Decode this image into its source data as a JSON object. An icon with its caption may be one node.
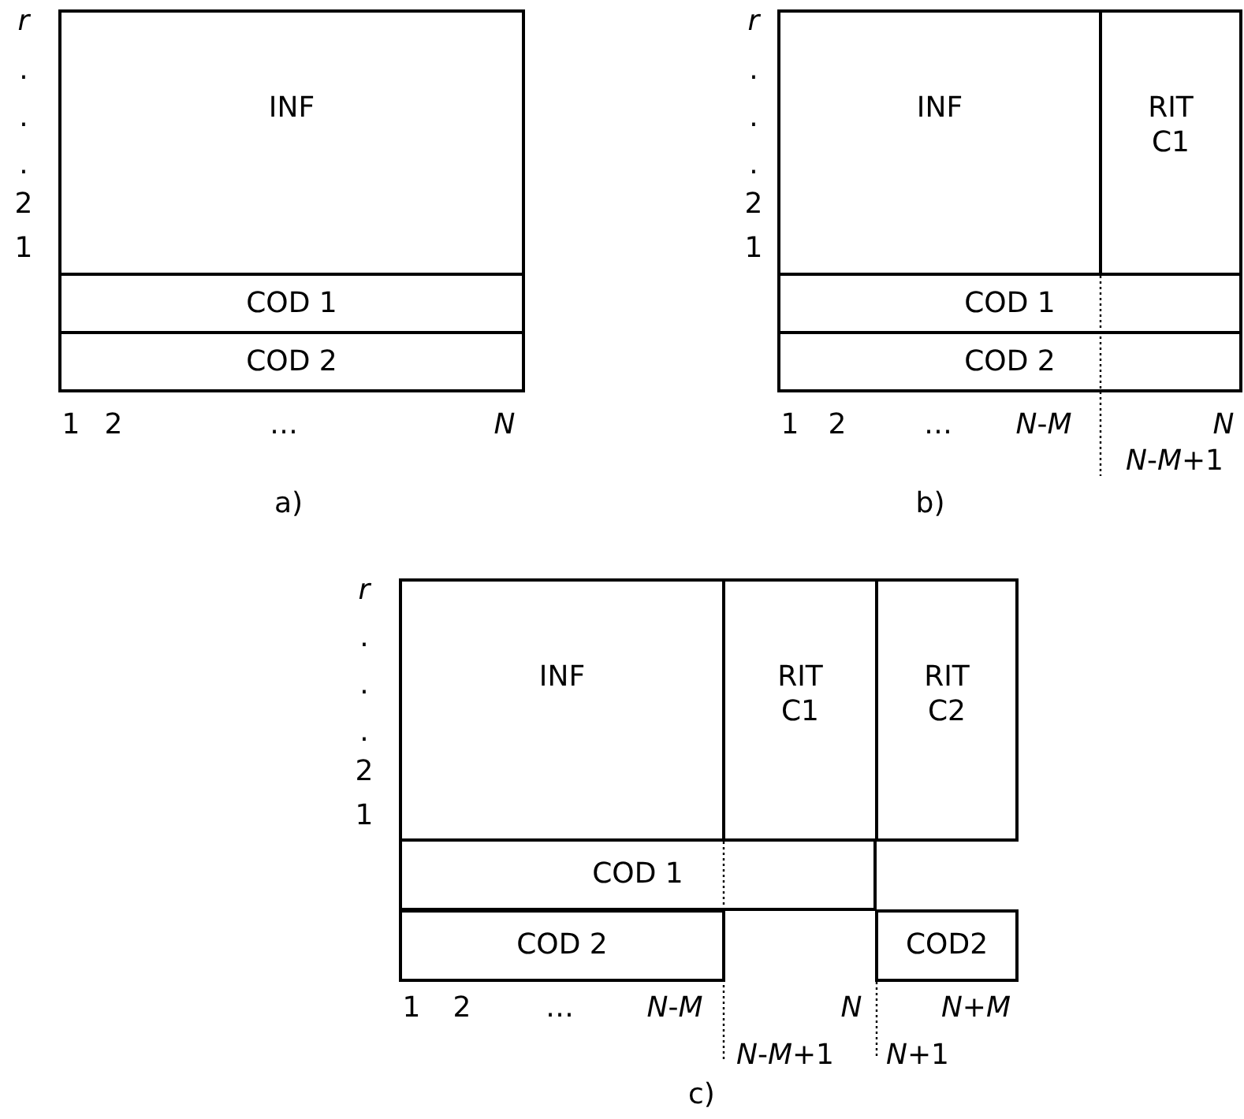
{
  "diagram": {
    "nodes": [
      {
        "text": [
          "INF"
        ]
      },
      {
        "text": [
          "COD 1"
        ]
      },
      {
        "text": [
          "COD 2"
        ]
      },
      {
        "text": [
          "INF"
        ]
      },
      {
        "text": [
          "RIT C1"
        ]
      },
      {
        "text": [
          "COD 1"
        ]
      },
      {
        "text": [
          "COD 2"
        ]
      },
      {
        "text": [
          "INF"
        ]
      },
      {
        "text": [
          "RIT C1"
        ]
      },
      {
        "text": [
          "RIT C2"
        ]
      },
      {
        "text": [
          "COD 1"
        ]
      },
      {
        "text": [
          "COD 2"
        ]
      },
      {
        "text": [
          "COD2"
        ]
      }
    ],
    "edges": [],
    "labels": [
      "r",
      ".",
      ".",
      ".",
      "2",
      "1",
      "1",
      "2",
      "…",
      "N",
      "a)",
      "r",
      ".",
      ".",
      ".",
      "2",
      "1",
      "1",
      "2",
      "…",
      "*N*-*M*",
      "N",
      "*N*-*M*+1",
      "b)",
      "r",
      ".",
      ".",
      ".",
      "2",
      "1",
      "1",
      "2",
      "…",
      "*N*-*M*",
      "N",
      "*N*+*M*",
      "*N*-*M*+1",
      "*N*+1",
      "c)"
    ]
  }
}
